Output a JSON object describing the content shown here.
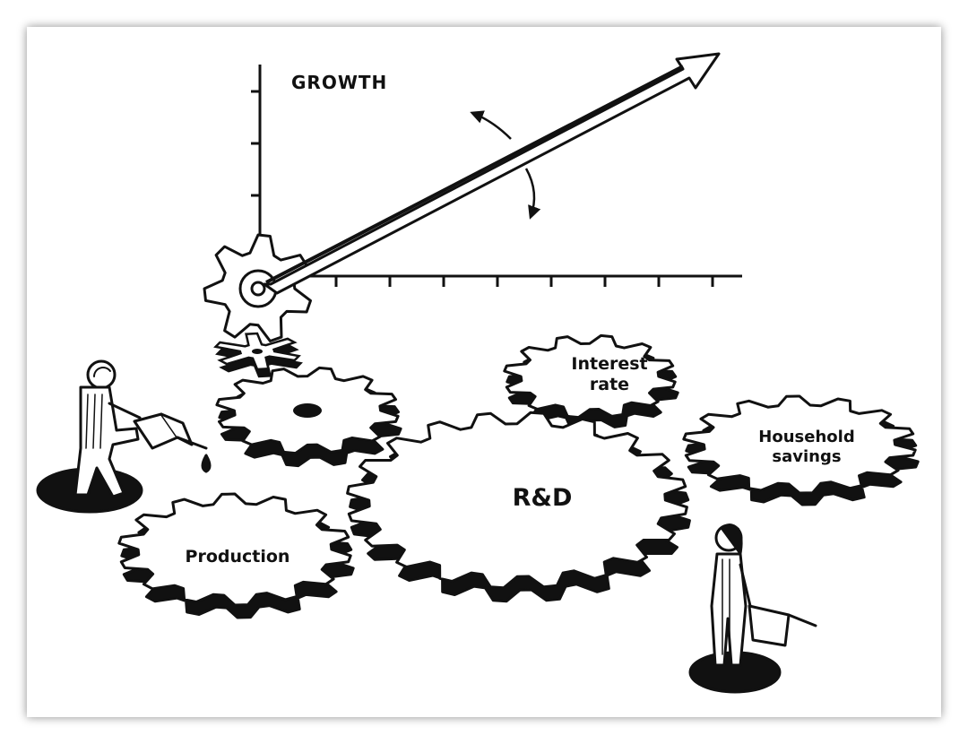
{
  "labels": {
    "growth": "GROWTH",
    "rd": "R&D",
    "production": "Production",
    "interest_rate": "Interest\nrate",
    "household_savings": "Household\nsavings"
  },
  "icons": {
    "person_left": "worker-pouring-oil-icon",
    "person_right": "worker-with-oil-can-icon",
    "arrow": "growth-arrow-icon"
  },
  "colors": {
    "ink": "#111111",
    "paper": "#ffffff"
  }
}
